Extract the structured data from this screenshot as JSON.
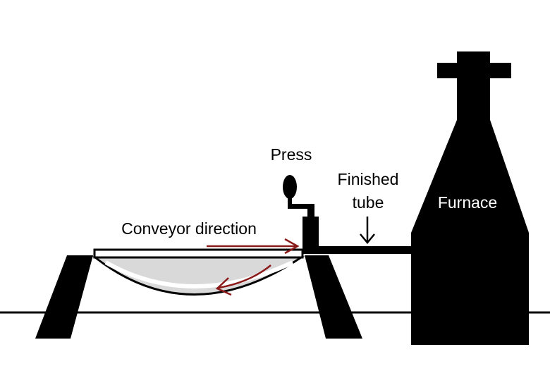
{
  "labels": {
    "press": "Press",
    "finished_tube_line1": "Finished",
    "finished_tube_line2": "tube",
    "furnace": "Furnace",
    "conveyor_direction": "Conveyor direction"
  },
  "colors": {
    "ink": "#000000",
    "background": "#ffffff",
    "arrow": "#8b1a1a",
    "belt_fill": "#d9d9d9"
  }
}
